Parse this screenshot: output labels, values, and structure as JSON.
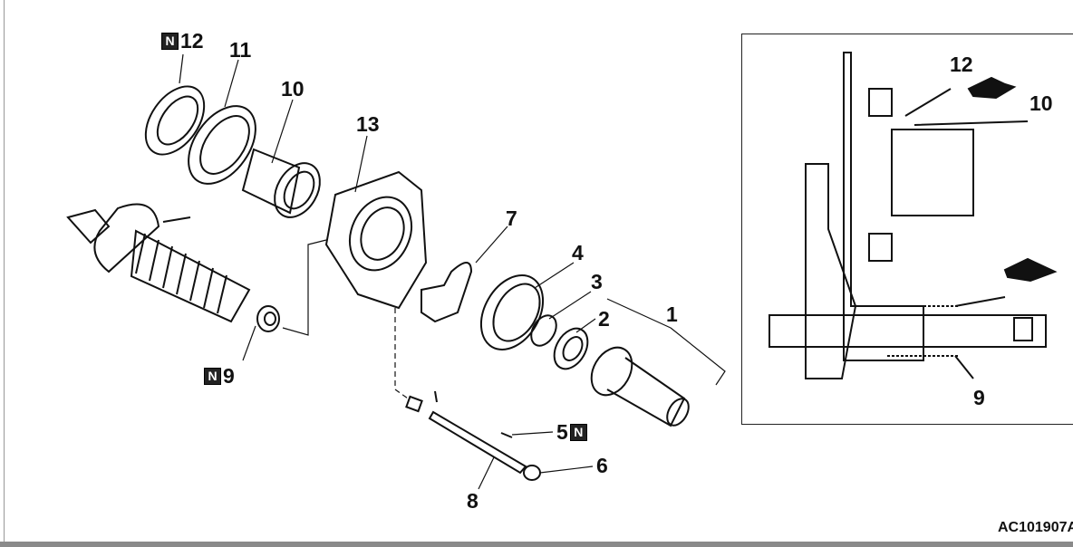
{
  "figure_code": "AC101907A",
  "new_part_mark": "N",
  "exploded_view": {
    "labels": [
      {
        "id": "12",
        "text": "12",
        "new": true
      },
      {
        "id": "11",
        "text": "11",
        "new": false
      },
      {
        "id": "10",
        "text": "10",
        "new": false
      },
      {
        "id": "13",
        "text": "13",
        "new": false
      },
      {
        "id": "7",
        "text": "7",
        "new": false
      },
      {
        "id": "4",
        "text": "4",
        "new": false
      },
      {
        "id": "3",
        "text": "3",
        "new": false
      },
      {
        "id": "2",
        "text": "2",
        "new": false
      },
      {
        "id": "1",
        "text": "1",
        "new": false
      },
      {
        "id": "9",
        "text": "9",
        "new": true
      },
      {
        "id": "5",
        "text": "5",
        "new": true
      },
      {
        "id": "6",
        "text": "6",
        "new": false
      },
      {
        "id": "8",
        "text": "8",
        "new": false
      }
    ]
  },
  "inset_view": {
    "labels": [
      {
        "id": "12",
        "text": "12"
      },
      {
        "id": "10",
        "text": "10"
      },
      {
        "id": "9",
        "text": "9"
      }
    ],
    "grease_icons": [
      "grease-gun-icon",
      "grease-gun-icon"
    ]
  }
}
